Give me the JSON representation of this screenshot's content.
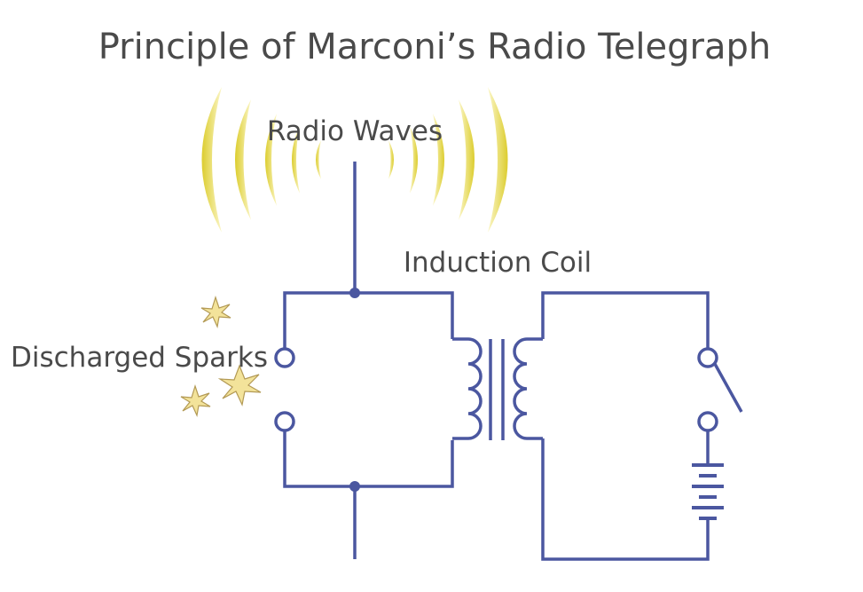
{
  "title": "Principle of Marconi’s Radio Telegraph",
  "labels": {
    "radio_waves": "Radio Waves",
    "induction_coil": "Induction Coil",
    "discharged_sparks": "Discharged Sparks"
  },
  "colors": {
    "wire": "#4b57a0",
    "wave_yellow": "#e6d84a",
    "spark_fill": "#f2e49a",
    "spark_stroke": "#b39a55",
    "text": "#4a4a4a"
  },
  "icons": [
    "radio-wave-arcs",
    "spark-star",
    "coil",
    "battery",
    "switch",
    "spark-gap"
  ]
}
